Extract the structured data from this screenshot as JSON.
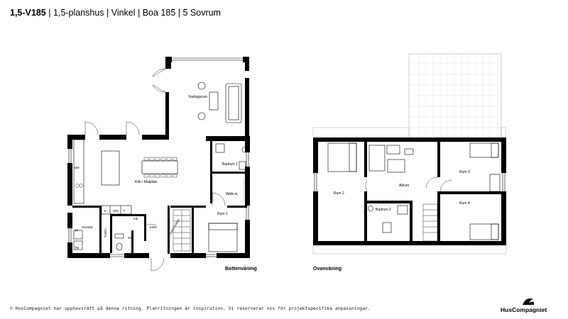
{
  "header": {
    "code": "1,5-V185",
    "subtitle": "| 1,5-planshus | Vinkel | Boa 185 | 5 Sovrum"
  },
  "ground_floor": {
    "label": "Bottenvåning",
    "rooms": {
      "vardagsrum": "Vardagsrum",
      "kok": "Kök / Matplats",
      "badrum1": "Badrum 1",
      "walkin": "Walk-in",
      "rum1": "Rum 1",
      "entre": "Entré",
      "wc": "WC",
      "klk": "Klk",
      "groventre": "Grovkök",
      "tvattm": "Tvättm",
      "oppen_trappa": "Öppen trappa",
      "k": "K",
      "um": "U/M",
      "f": "F",
      "dm": "DM",
      "tt": "TT",
      "tm": "TM"
    }
  },
  "upper_floor": {
    "label": "Ovanväning",
    "rooms": {
      "rum2": "Rum 2",
      "allrum": "Allrum",
      "rum3": "Rum 3",
      "rum4": "Rum 4",
      "badrum2": "Badrum 2"
    }
  },
  "footer": {
    "copyright": "© HusCompagniet har upphovsrätt på denna ritning. Planritningen är inspiration. Vi reserverar oss för projektspecifika anpassningar."
  },
  "logo": {
    "brand": "HusCompagniet",
    "icon": "house-roof-icon"
  }
}
